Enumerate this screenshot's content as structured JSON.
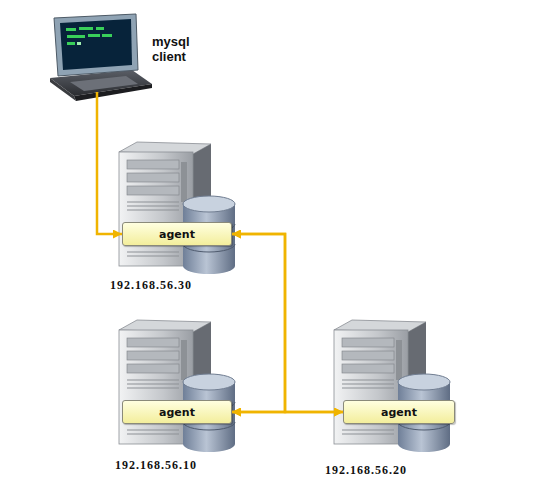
{
  "diagram": {
    "nodes": [
      {
        "text": [
          "mysql client"
        ]
      },
      {
        "text": [
          "192.168.56.30"
        ]
      },
      {
        "text": [
          "agent"
        ],
        "in": 1
      },
      {
        "text": [
          "192.168.56.10"
        ]
      },
      {
        "text": [
          "agent"
        ],
        "in": 3
      },
      {
        "text": [
          "192.168.56.20"
        ]
      },
      {
        "text": [
          "agent"
        ],
        "in": 5
      }
    ],
    "edges": [
      {
        "from": 0,
        "to": 2,
        "arrow": "to"
      },
      {
        "from": 4,
        "to": 6,
        "arrow": "both"
      },
      {
        "from": 4,
        "to": 2,
        "arrow": "both"
      },
      {
        "from": 6,
        "to": 2,
        "arrow": "both"
      }
    ]
  }
}
